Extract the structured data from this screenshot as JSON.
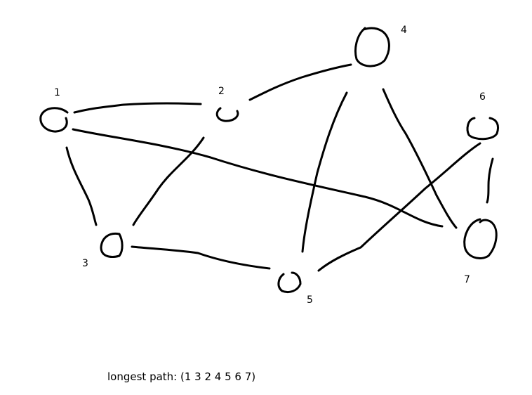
{
  "graph": {
    "nodes": [
      {
        "id": "1",
        "label": "1"
      },
      {
        "id": "2",
        "label": "2"
      },
      {
        "id": "3",
        "label": "3"
      },
      {
        "id": "4",
        "label": "4"
      },
      {
        "id": "5",
        "label": "5"
      },
      {
        "id": "6",
        "label": "6"
      },
      {
        "id": "7",
        "label": "7"
      }
    ],
    "edges": [
      {
        "from": "1",
        "to": "2"
      },
      {
        "from": "1",
        "to": "3"
      },
      {
        "from": "1",
        "to": "7"
      },
      {
        "from": "2",
        "to": "3"
      },
      {
        "from": "2",
        "to": "4"
      },
      {
        "from": "3",
        "to": "5"
      },
      {
        "from": "4",
        "to": "5"
      },
      {
        "from": "4",
        "to": "7"
      },
      {
        "from": "5",
        "to": "6"
      },
      {
        "from": "6",
        "to": "7"
      }
    ]
  },
  "caption": "longest path: (1 3 2 4 5 6 7)",
  "colors": {
    "ink": "#000000",
    "background": "#ffffff"
  }
}
